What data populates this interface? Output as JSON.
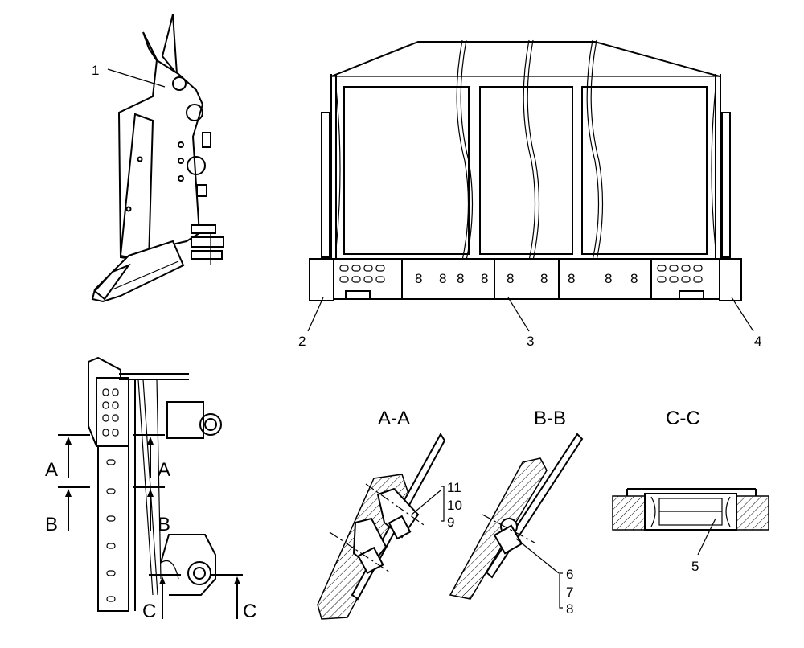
{
  "callouts": {
    "p1": "1",
    "p2": "2",
    "p3": "3",
    "p4": "4",
    "p5": "5",
    "p6": "6",
    "p7": "7",
    "p8": "8",
    "p9": "9",
    "p10": "10",
    "p11": "11"
  },
  "sections": {
    "aa": "A-A",
    "bb": "B-B",
    "cc": "C-C"
  },
  "cut_markers": {
    "a_left": "A",
    "a_right": "A",
    "b_left": "B",
    "b_right": "B",
    "c_left": "C",
    "c_right": "C"
  },
  "plate_hole_marks": [
    "8",
    "8",
    "8",
    "8",
    "8",
    "8",
    "8",
    "8",
    "8"
  ]
}
